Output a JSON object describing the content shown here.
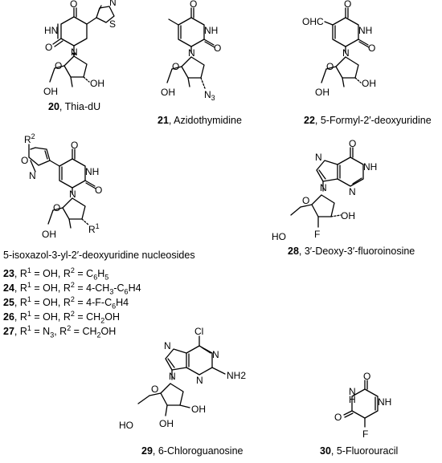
{
  "atom_labels": {
    "O": "O",
    "HN": "HN",
    "NH": "NH",
    "N": "N",
    "S": "S",
    "OH": "OH",
    "N3": "N3",
    "OHC": "OHC",
    "F": "F",
    "Cl": "Cl",
    "NH2": "NH2",
    "HO": "HO",
    "R1": "R1",
    "R2": "R2",
    "H": "H"
  },
  "compounds": [
    {
      "number": "20",
      "name": "Thia-dU"
    },
    {
      "number": "21",
      "name": "Azidothymidine"
    },
    {
      "number": "22",
      "name": "5-Formyl-2′-deoxyuridine"
    },
    {
      "number": "28",
      "name": "3′-Deoxy-3′-fluoroinosine"
    },
    {
      "number": "29",
      "name": "6-Chloroguanosine"
    },
    {
      "number": "30",
      "name": "5-Fluorouracil"
    }
  ],
  "series": {
    "title": "5-isoxazol-3-yl-2′-deoxyuridine nucleosides",
    "entries": [
      {
        "number": "23",
        "r1": "OH",
        "r2": "C6H5"
      },
      {
        "number": "24",
        "r1": "OH",
        "r2": "4-CH3-C6H4"
      },
      {
        "number": "25",
        "r1": "OH",
        "r2": "4-F-C6H4"
      },
      {
        "number": "26",
        "r1": "OH",
        "r2": "CH2OH"
      },
      {
        "number": "27",
        "r1": "N3",
        "r2": "CH2OH"
      }
    ],
    "r1_label": "R",
    "r2_label": "R",
    "sup1": "1",
    "sup2": "2",
    "eq": " = ",
    "sep": ", "
  }
}
